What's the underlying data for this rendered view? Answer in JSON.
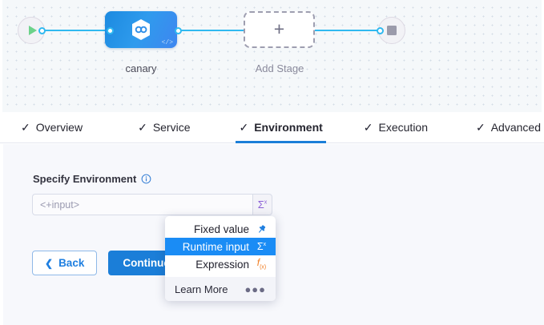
{
  "canvas": {
    "start_node": {
      "icon": "play-icon"
    },
    "end_node": {
      "icon": "stop-icon"
    },
    "stages": [
      {
        "label": "canary",
        "icon": "hexagon-link-icon",
        "badge": "</>"
      }
    ],
    "add_stage": {
      "label": "Add Stage",
      "icon": "plus-icon"
    }
  },
  "tabs": [
    {
      "label": "Overview",
      "check": "✓",
      "active": false
    },
    {
      "label": "Service",
      "check": "✓",
      "active": false
    },
    {
      "label": "Environment",
      "check": "✓",
      "active": true
    },
    {
      "label": "Execution",
      "check": "✓",
      "active": false
    },
    {
      "label": "Advanced",
      "check": "✓",
      "active": false
    }
  ],
  "form": {
    "field_label": "Specify Environment",
    "info_icon": "info-icon",
    "input_value": "<+input>",
    "input_placeholder": "<+input>",
    "sigma_button_icon": "runtime-input-icon",
    "back_label": "Back",
    "back_icon": "chevron-left-icon",
    "continue_label": "Continue"
  },
  "dropdown": {
    "items": [
      {
        "label": "Fixed value",
        "icon": "pin-icon",
        "selected": false
      },
      {
        "label": "Runtime input",
        "icon": "sigma-x-icon",
        "selected": true
      },
      {
        "label": "Expression",
        "icon": "fx-icon",
        "selected": false
      }
    ],
    "footer": {
      "label": "Learn More",
      "icon": "ellipsis-icon"
    }
  },
  "colors": {
    "accent_blue": "#1b7ed8",
    "highlight_blue": "#1a8cf5",
    "connector_blue": "#30b9f0",
    "sigma_purple": "#8b5fd6",
    "fx_orange": "#f07c20",
    "play_green": "#6cd28a",
    "panel_bg": "#f7f8fc",
    "canvas_bg": "#f5f8fa"
  }
}
